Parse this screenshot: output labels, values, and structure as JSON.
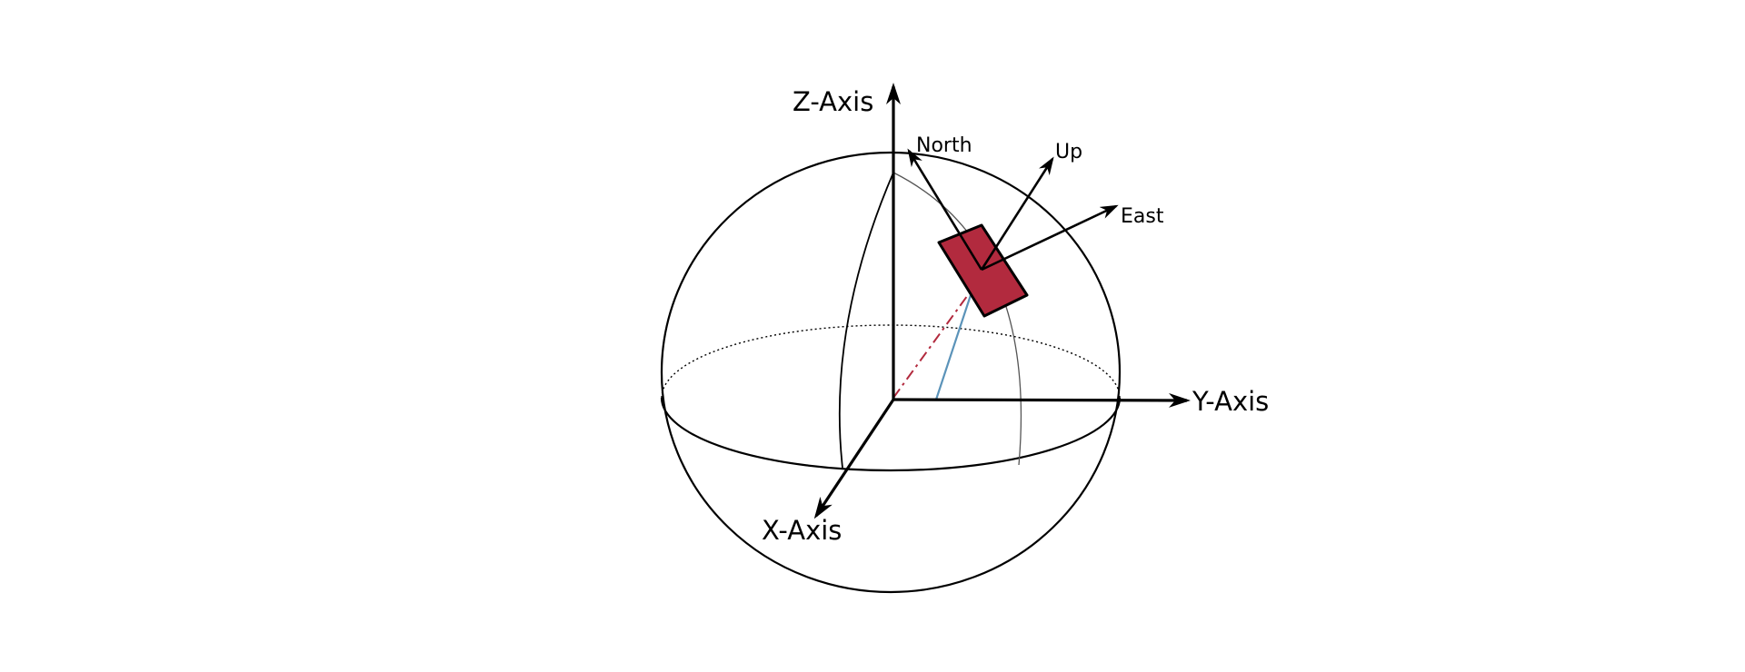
{
  "labels": {
    "z_axis": "Z-Axis",
    "y_axis": "Y-Axis",
    "x_axis": "X-Axis",
    "north": "North",
    "up": "Up",
    "east": "East"
  },
  "colors": {
    "stroke": "#000000",
    "device_fill": "#b22a3e",
    "dashed_line": "#b22a3e",
    "projection_line": "#5b93b9",
    "background": "#ffffff"
  }
}
